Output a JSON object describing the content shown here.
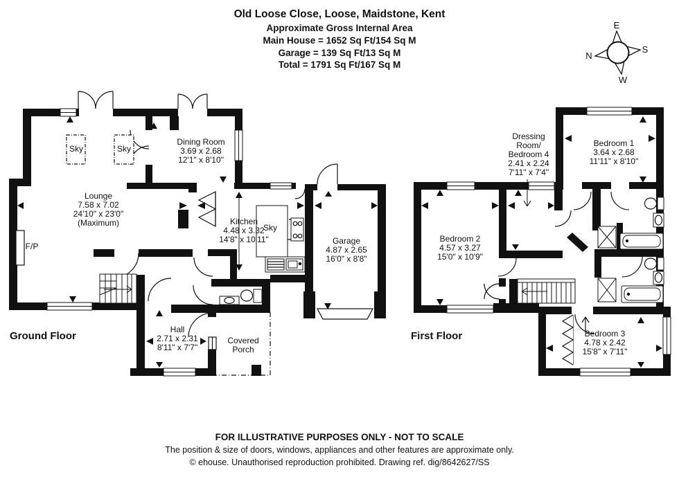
{
  "header": {
    "address": "Old Loose Close, Loose, Maidstone, Kent",
    "subtitle": "Approximate Gross Internal Area",
    "main_house": "Main House = 1652 Sq Ft/154 Sq M",
    "garage": "Garage = 139 Sq Ft/13 Sq M",
    "total": "Total = 1791 Sq Ft/167 Sq M"
  },
  "compass": {
    "north": "N",
    "east": "E",
    "south": "S",
    "west": "W"
  },
  "ground_floor": {
    "label": "Ground Floor",
    "lounge": {
      "name": "Lounge",
      "metric": "7.58 x 7.02",
      "imperial": "24'10\" x 23'0\"",
      "note": "(Maximum)"
    },
    "dining_room": {
      "name": "Dining Room",
      "metric": "3.69 x 2.68",
      "imperial": "12'1\" x 8'10\""
    },
    "kitchen": {
      "name": "Kitchen",
      "metric": "4.48 x 3.32",
      "imperial": "14'8\" x 10'11\""
    },
    "garage": {
      "name": "Garage",
      "metric": "4.87 x 2.65",
      "imperial": "16'0\" x 8'8\""
    },
    "hall": {
      "name": "Hall",
      "metric": "2.71 x 2.31",
      "imperial": "8'11\" x 7'7\""
    },
    "covered_porch": {
      "line1": "Covered",
      "line2": "Porch"
    },
    "fireplace": "F/P",
    "skylight": "Sky"
  },
  "first_floor": {
    "label": "First Floor",
    "bedroom1": {
      "name": "Bedroom 1",
      "metric": "3.64 x 2.68",
      "imperial": "11'11\" x 8'10\""
    },
    "bedroom2": {
      "name": "Bedroom 2",
      "metric": "4.57 x 3.27",
      "imperial": "15'0\" x 10'9\""
    },
    "bedroom3": {
      "name": "Bedroom 3",
      "metric": "4.78 x 2.42",
      "imperial": "15'8\" x 7'11\""
    },
    "dressing_room": {
      "line1": "Dressing",
      "line2": "Room/",
      "line3": "Bedroom 4",
      "metric": "2.41 x 2.24",
      "imperial": "7'11\" x 7'4\""
    }
  },
  "footer": {
    "line1": "FOR ILLUSTRATIVE PURPOSES ONLY - NOT TO SCALE",
    "line2": "The position & size of doors, windows, appliances and other features are approximate only.",
    "line3": "© ehouse. Unauthorised reproduction prohibited. Drawing ref. dig/8642627/SS"
  }
}
